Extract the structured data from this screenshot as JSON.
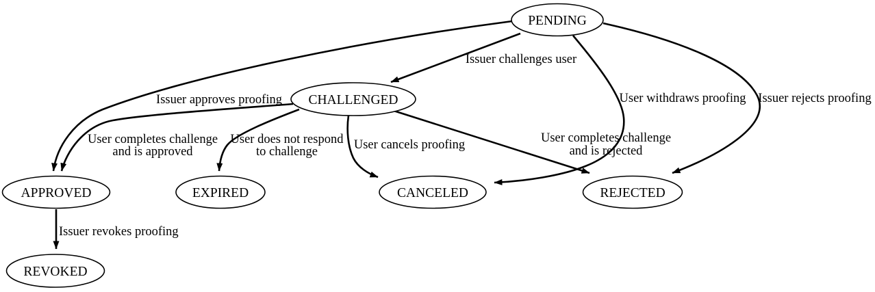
{
  "diagram": {
    "colors": {
      "background": "#ffffff",
      "node_fill": "#ffffff",
      "stroke": "#000000",
      "text": "#000000"
    },
    "nodes": {
      "pending": {
        "label": "PENDING"
      },
      "challenged": {
        "label": "CHALLENGED"
      },
      "approved": {
        "label": "APPROVED"
      },
      "expired": {
        "label": "EXPIRED"
      },
      "canceled": {
        "label": "CANCELED"
      },
      "rejected": {
        "label": "REJECTED"
      },
      "revoked": {
        "label": "REVOKED"
      }
    },
    "edges": {
      "pending_challenged": {
        "label": "Issuer challenges user"
      },
      "pending_approved": {
        "label": "Issuer approves proofing"
      },
      "pending_canceled": {
        "label": "User withdraws proofing"
      },
      "pending_rejected": {
        "label": "Issuer rejects proofing"
      },
      "challenged_approved": {
        "label_line1": "User completes challenge",
        "label_line2": "and is approved"
      },
      "challenged_expired": {
        "label_line1": "User does not respond",
        "label_line2": "to challenge"
      },
      "challenged_canceled": {
        "label": "User cancels proofing"
      },
      "challenged_rejected": {
        "label_line1": "User completes challenge",
        "label_line2": "and is rejected"
      },
      "approved_revoked": {
        "label": "Issuer revokes proofing"
      }
    }
  }
}
